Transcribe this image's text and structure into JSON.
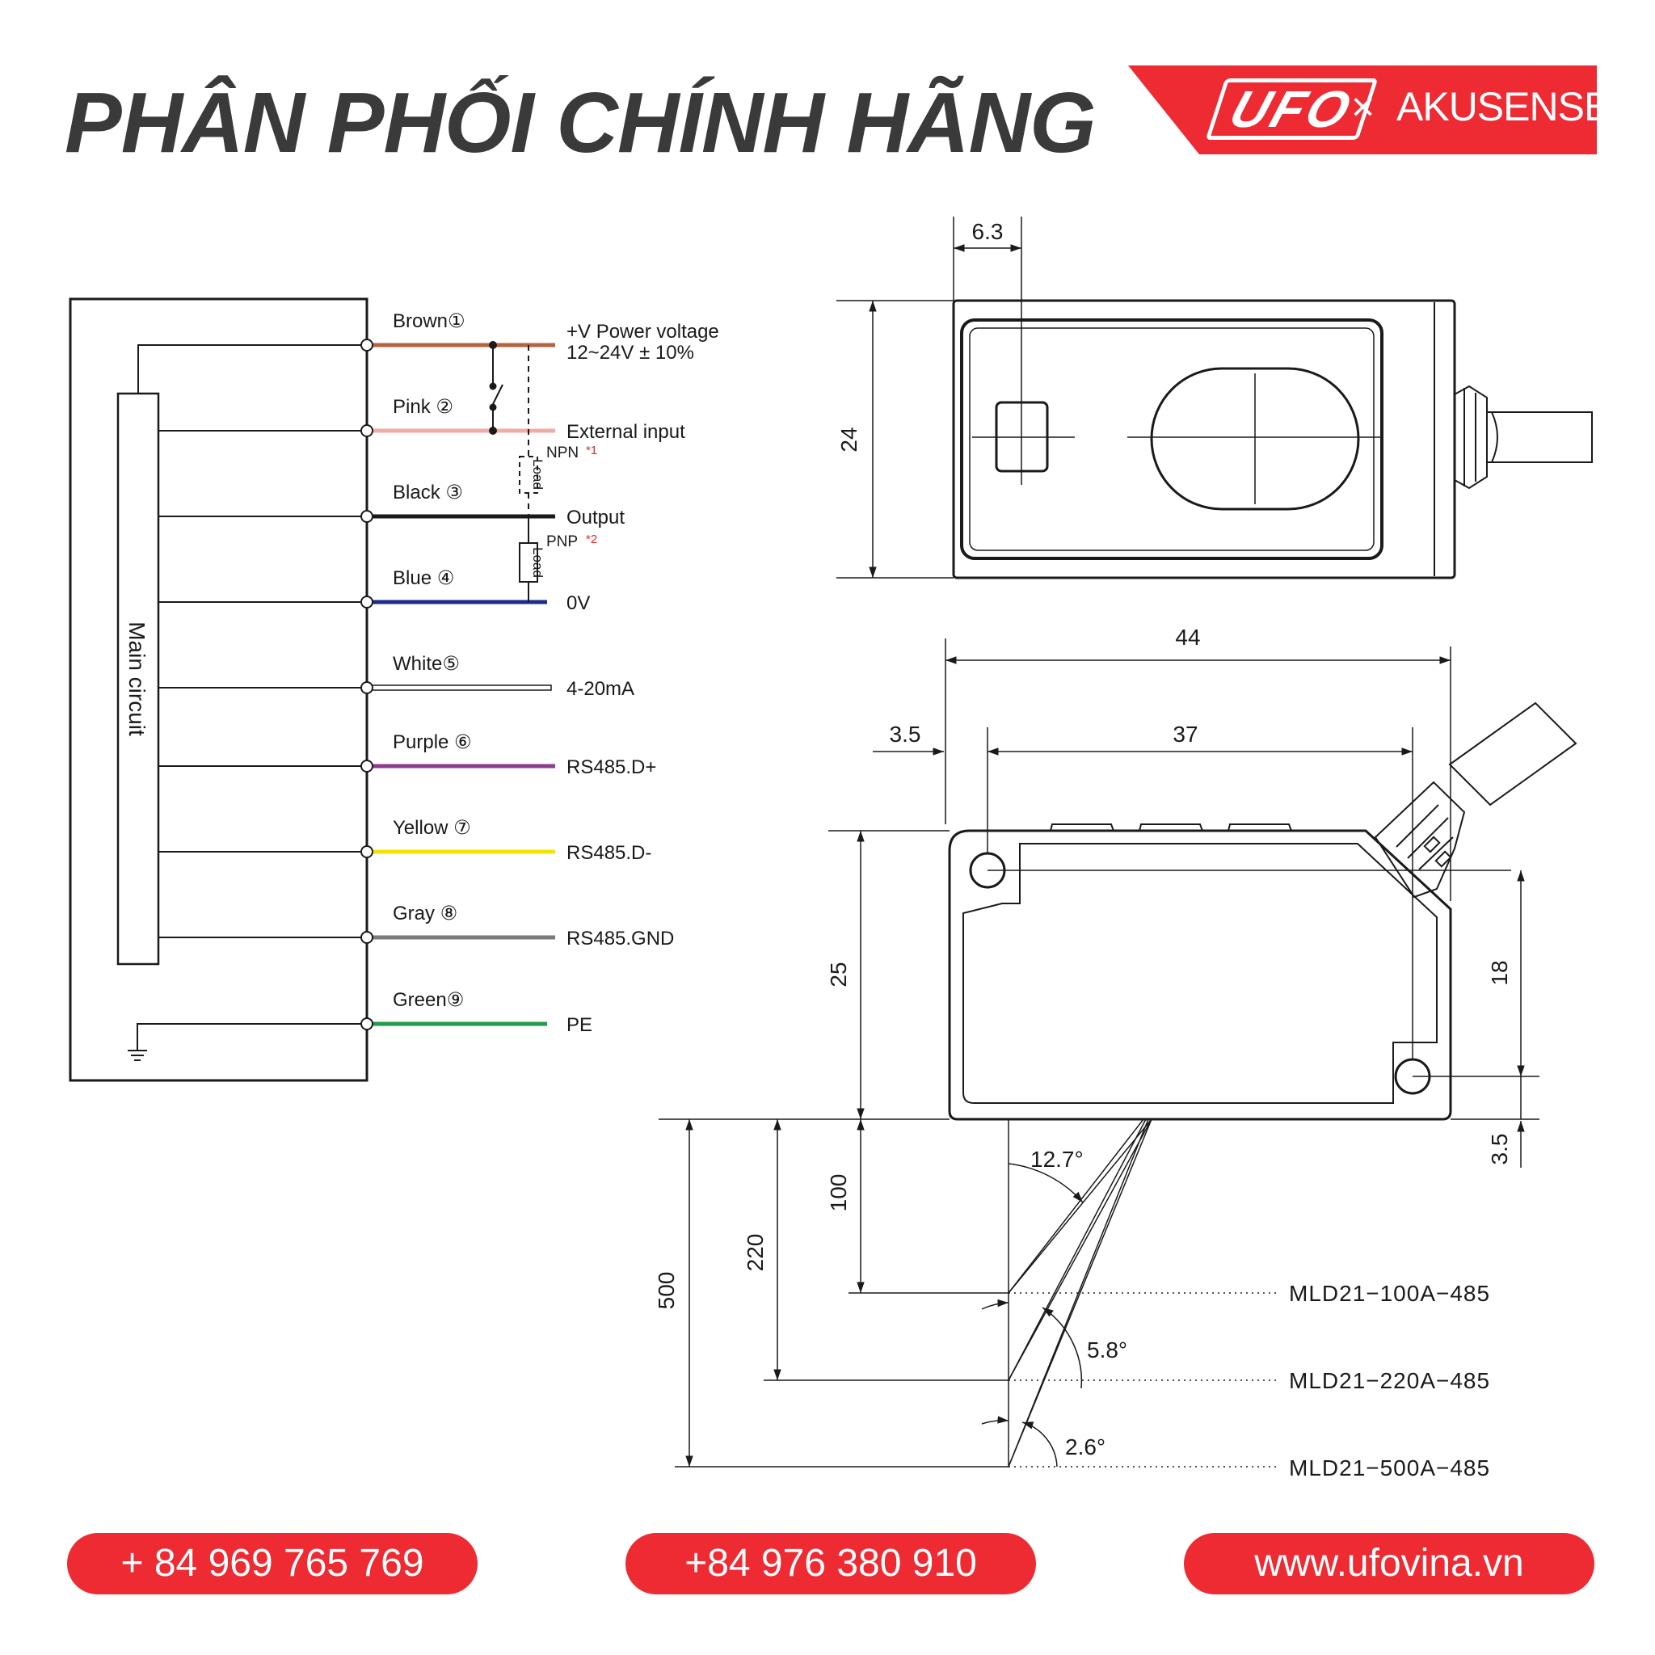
{
  "header": {
    "title": "PHÂN PHỐI CHÍNH HÃNG",
    "brand": {
      "logo": "UFO",
      "separator": "×",
      "partner": "AKUSENSE",
      "color": "#ee2a33"
    }
  },
  "wiring": {
    "main_circuit_label": "Main circuit",
    "wires": [
      {
        "name": "Brown①",
        "color": "#b5633c",
        "signal_lines": [
          "+V  Power voltage",
          "12~24V ± 10%"
        ]
      },
      {
        "name": "Pink ②",
        "color": "#f0aaa8",
        "signal_lines": [
          "External input"
        ]
      },
      {
        "name": "Black ③",
        "color": "#1a1a1a",
        "signal_lines": [
          "Output"
        ]
      },
      {
        "name": "Blue ④",
        "color": "#1c2e8c",
        "signal_lines": [
          "0V"
        ]
      },
      {
        "name": "White⑤",
        "color": "#ffffff",
        "signal_lines": [
          "4-20mA"
        ]
      },
      {
        "name": "Purple ⑥",
        "color": "#8e3a8e",
        "signal_lines": [
          "RS485.D+"
        ]
      },
      {
        "name": "Yellow ⑦",
        "color": "#f2e400",
        "signal_lines": [
          "RS485.D-"
        ]
      },
      {
        "name": "Gray ⑧",
        "color": "#7a7a7a",
        "signal_lines": [
          "RS485.GND"
        ]
      },
      {
        "name": "Green⑨",
        "color": "#1e9a4a",
        "signal_lines": [
          "PE"
        ]
      }
    ],
    "load_label": "Load",
    "npn_label": "NPN",
    "npn_note": "*1",
    "pnp_label": "PNP",
    "pnp_note": "*2"
  },
  "dimensions": {
    "top_view": {
      "width_6_3": "6.3",
      "height_24": "24"
    },
    "side_view": {
      "d44": "44",
      "d3_5_left": "3.5",
      "d37": "37",
      "d25": "25",
      "d18": "18",
      "d3_5_right": "3.5"
    },
    "ranges": {
      "d100": "100",
      "d220": "220",
      "d500": "500",
      "angle_1": "12.7°",
      "angle_2": "5.8°",
      "angle_3": "2.6°",
      "models": [
        "MLD21−100A−485",
        "MLD21−220A−485",
        "MLD21−500A−485"
      ]
    }
  },
  "contacts": {
    "phone_1": "+ 84 969 765 769",
    "phone_2": "+84 976 380 910",
    "website": "www.ufovina.vn"
  }
}
